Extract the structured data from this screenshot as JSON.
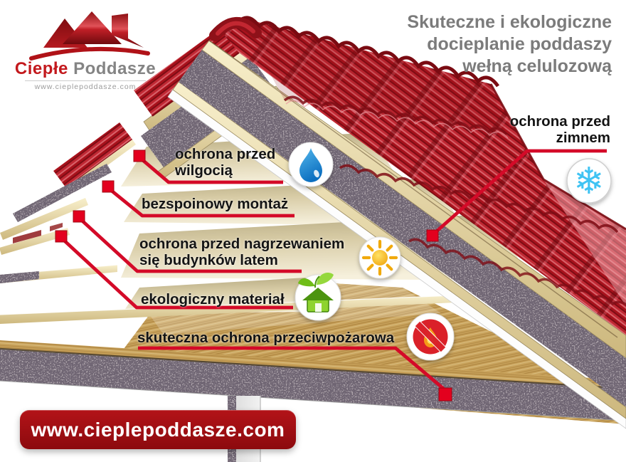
{
  "brand": {
    "name_accent": "Ciepłe",
    "name_rest": "Poddasze",
    "tagline_url": "www.cieplepoddasze.com"
  },
  "heading": {
    "lines": [
      "Skuteczne i ekologiczne",
      "docieplanie poddaszy",
      "wełną celulozową"
    ]
  },
  "callouts": [
    {
      "id": "moisture",
      "lines": [
        "ochrona przed",
        "wilgocią"
      ],
      "icon": "water-drop-icon"
    },
    {
      "id": "seamless-install",
      "lines": [
        "bezspoinowy montaż"
      ],
      "icon": null
    },
    {
      "id": "summer-heat",
      "lines": [
        "ochrona przed nagrzewaniem",
        "się budynków latem"
      ],
      "icon": "sun-icon"
    },
    {
      "id": "eco-material",
      "lines": [
        "ekologiczny materiał"
      ],
      "icon": "eco-house-icon"
    },
    {
      "id": "fire-protection",
      "lines": [
        "skuteczna ochrona przeciwpożarowa"
      ],
      "icon": "no-fire-icon"
    },
    {
      "id": "cold-protection",
      "lines": [
        "ochrona przed",
        "zimnem"
      ],
      "icon": "snowflake-icon"
    }
  ],
  "banner": {
    "url": "www.cieplepoddasze.com"
  },
  "colors": {
    "accent_red": "#d40a28",
    "banner_red": "#9c0d10",
    "brand_red": "#c3191d",
    "heading_gray": "#7b7b7b",
    "tile_red": "#b5151f",
    "snow_blue": "#3fc3f3",
    "eco_green": "#8ed32f",
    "sun_yellow": "#f5b90d"
  }
}
